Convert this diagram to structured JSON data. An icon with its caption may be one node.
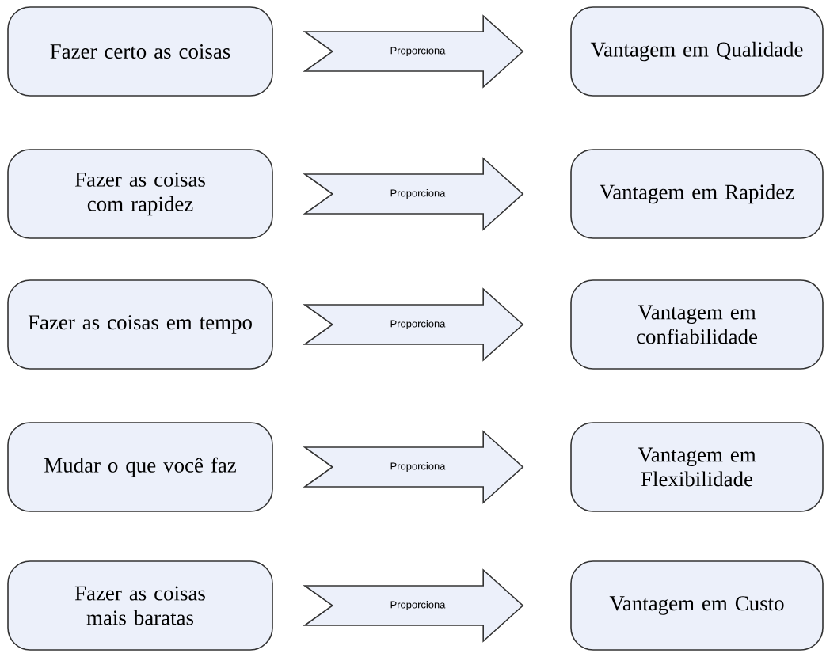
{
  "diagram": {
    "nodes": [
      {
        "text": [
          "Fazer certo as coisas"
        ]
      },
      {
        "text": [
          "Fazer as coisas com rapidez"
        ]
      },
      {
        "text": [
          "Fazer as coisas em tempo"
        ]
      },
      {
        "text": [
          "Mudar o que você faz"
        ]
      },
      {
        "text": [
          "Fazer as coisas mais baratas"
        ]
      },
      {
        "text": [
          "Vantagem em Qualidade"
        ]
      },
      {
        "text": [
          "Vantagem em Rapidez"
        ]
      },
      {
        "text": [
          "Vantagem em confiabilidade"
        ]
      },
      {
        "text": [
          "Vantagem em Flexibilidade"
        ]
      },
      {
        "text": [
          "Vantagem em Custo"
        ]
      }
    ],
    "edges": [
      {
        "from": 0,
        "to": 5,
        "arrow": "to",
        "label": "Proporciona"
      },
      {
        "from": 1,
        "to": 6,
        "arrow": "to",
        "label": "Proporciona"
      },
      {
        "from": 2,
        "to": 7,
        "arrow": "to",
        "label": "Proporciona"
      },
      {
        "from": 3,
        "to": 8,
        "arrow": "to",
        "label": "Proporciona"
      },
      {
        "from": 4,
        "to": 9,
        "arrow": "to",
        "label": "Proporciona"
      }
    ]
  }
}
